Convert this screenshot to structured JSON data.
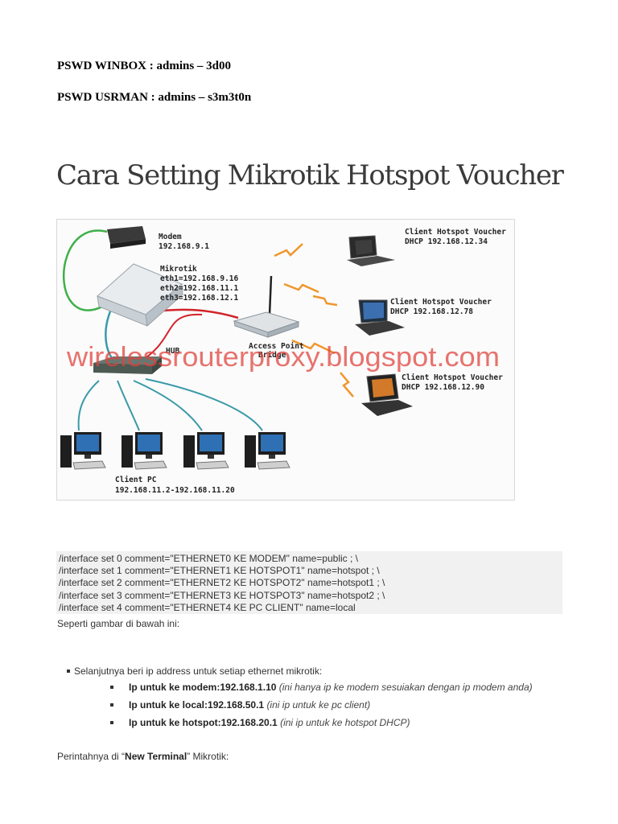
{
  "credentials": {
    "winbox": "PSWD WINBOX : admins – 3d00",
    "usrman": "PSWD USRMAN : admins – s3m3t0n"
  },
  "title": "Cara Setting Mikrotik Hotspot Voucher",
  "diagram": {
    "modem": {
      "name": "Modem",
      "ip": "192.168.9.1"
    },
    "mikrotik": {
      "name": "Mikrotik",
      "eth1": "eth1=192.168.9.16",
      "eth2": "eth2=192.168.11.1",
      "eth3": "eth3=192.168.12.1"
    },
    "access_point": {
      "line1": "Access Point",
      "line2": "Bridge"
    },
    "hub": "HUB",
    "watermark": "wirelessrouterproxy.blogspot.com",
    "clients": [
      {
        "name": "Client Hotspot Voucher",
        "ip": "DHCP 192.168.12.34"
      },
      {
        "name": "Client Hotspot Voucher",
        "ip": "DHCP 192.168.12.78"
      },
      {
        "name": "Client Hotspot Voucher",
        "ip": "DHCP 192.168.12.90"
      }
    ],
    "client_pc": {
      "name": "Client PC",
      "range": "192.168.11.2-192.168.11.20"
    },
    "colors": {
      "green": "#3fb04a",
      "teal": "#3a9aa8",
      "red": "#d2232a",
      "orange": "#f0962c",
      "watermark": "#e0443e"
    }
  },
  "code_lines": [
    "/interface set 0 comment=\"ETHERNET0 KE MODEM\" name=public ; \\",
    "/interface set 1 comment=\"ETHERNET1 KE HOTSPOT1\" name=hotspot ; \\",
    "/interface set 2 comment=\"ETHERNET2 KE HOTSPOT2\" name=hotspot1 ; \\",
    "/interface set 3 comment=\"ETHERNET3 KE HOTSPOT3\" name=hotspot2 ; \\",
    "/interface set 4 comment=\"ETHERNET4 KE PC CLIENT\" name=local"
  ],
  "seperti": "Seperti gambar di bawah ini:",
  "list": {
    "intro": "Selanjutnya beri ip address untuk setiap ethernet mikrotik:",
    "items": [
      {
        "bold": "Ip untuk ke modem:192.168.1.10",
        "note": "(ini hanya ip ke modem sesuiakan dengan ip modem anda)"
      },
      {
        "bold": "Ip untuk ke local:192.168.50.1",
        "note": "(ini ip untuk ke pc client)"
      },
      {
        "bold": "Ip untuk ke hotspot:192.168.20.1",
        "note": "(ini ip untuk ke hotspot DHCP)"
      }
    ]
  },
  "perintah": {
    "before": "Perintahnya di “",
    "bold": "New Terminal",
    "after": "” Mikrotik:"
  }
}
